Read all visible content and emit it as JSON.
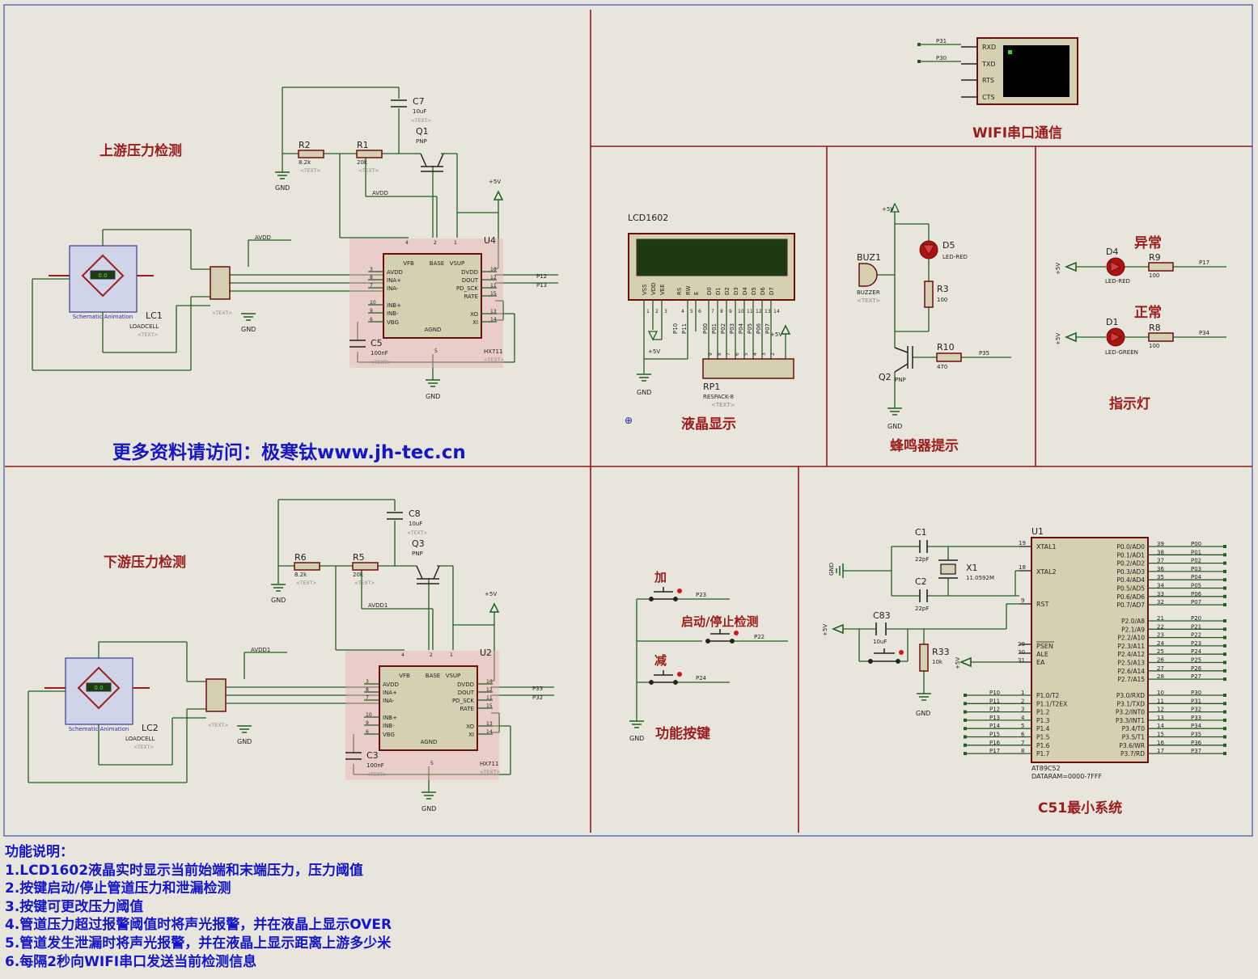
{
  "sections": {
    "upstream": "上游压力检测",
    "downstream": "下游压力检测",
    "lcd": "液晶显示",
    "wifi": "WIFI串口通信",
    "buzzer": "蜂鸣器提示",
    "indicator": "指示灯",
    "abnormal": "异常",
    "normal": "正常",
    "keys": "功能按键",
    "mcu": "C51最小系统"
  },
  "promo": "更多资料请访问：极寒钛www.jh-tec.cn",
  "notes": {
    "title": "功能说明：",
    "items": [
      "1.LCD1602液晶实时显示当前始端和末端压力，压力阈值",
      "2.按键启动/停止管道压力和泄漏检测",
      "3.按键可更改压力阈值",
      "4.管道压力超过报警阈值时将声光报警，并在液晶上显示OVER",
      "5.管道发生泄漏时将声光报警，并在液晶上显示距离上游多少米",
      "6.每隔2秒向WIFI串口发送当前检测信息"
    ]
  },
  "keys": {
    "add": "加",
    "start_stop": "启动/停止检测",
    "sub": "减",
    "net_add": "P23",
    "net_start": "P22",
    "net_sub": "P24",
    "gnd": "GND"
  },
  "upper_stage": {
    "r_a": "R2",
    "r_a_val": "8.2k",
    "r_b": "R1",
    "r_b_val": "20k",
    "cap": "C7",
    "cap_val": "10uF",
    "trans": "Q1",
    "trans_type": "PNP",
    "cap2": "C5",
    "cap2_val": "100nF",
    "ic": "U4",
    "ic_type": "HX711",
    "cell": "LC1",
    "cell_type": "LOADCELL",
    "avdd_net": "AVDD",
    "dout_net": "P12",
    "sck_net": "P13",
    "display": "0.0"
  },
  "lower_stage": {
    "r_a": "R6",
    "r_a_val": "8.2k",
    "r_b": "R5",
    "r_b_val": "20k",
    "cap": "C8",
    "cap_val": "10uF",
    "trans": "Q3",
    "trans_type": "PNP",
    "cap2": "C3",
    "cap2_val": "100nF",
    "ic": "U2",
    "ic_type": "HX711",
    "cell": "LC2",
    "cell_type": "LOADCELL",
    "avdd_net": "AVDD1",
    "dout_net": "P33",
    "sck_net": "P32",
    "display": "0.0"
  },
  "common": {
    "text_ph": "<TEXT>",
    "vcc": "+5V",
    "gnd": "GND",
    "schem_anim": "Schematic Animation",
    "hx711_pins_left": [
      "AVDD",
      "INA+",
      "INA-",
      "INB+",
      "INB-",
      "VBG"
    ],
    "hx711_pins_left_num": [
      "3",
      "8",
      "7",
      "10",
      "9",
      "6"
    ],
    "hx711_pins_right": [
      "DVDD",
      "DOUT",
      "PD_SCK",
      "RATE",
      "XO",
      "XI"
    ],
    "hx711_pins_right_num": [
      "16",
      "12",
      "11",
      "15",
      "13",
      "14"
    ],
    "hx711_top": [
      "VFB",
      "BASE",
      "VSUP"
    ],
    "hx711_top_num": [
      "4",
      "2",
      "1"
    ],
    "hx711_bottom": "AGND",
    "hx711_bottom_num": "5"
  },
  "lcd": {
    "name": "LCD1602",
    "pins": [
      "VSS",
      "VDD",
      "VEE",
      "RS",
      "RW",
      "E",
      "D0",
      "D1",
      "D2",
      "D3",
      "D4",
      "D5",
      "D6",
      "D7"
    ],
    "nets": [
      "P10",
      "P11",
      "P00",
      "P01",
      "P02",
      "P03",
      "P04",
      "P05",
      "P06",
      "P07"
    ],
    "rp": "RP1",
    "rp_type": "RESPACK-8"
  },
  "wifi": {
    "pins": [
      "RXD",
      "TXD",
      "RTS",
      "CTS"
    ],
    "nets": [
      "P31",
      "P30"
    ]
  },
  "buzzer": {
    "name": "BUZ1",
    "type": "BUZZER",
    "led": "D5",
    "led_type": "LED-RED",
    "res": "R3",
    "res_val": "100",
    "trans": "Q2",
    "trans_type": "PNP",
    "res2": "R10",
    "res2_val": "470",
    "net": "P35"
  },
  "indicator": {
    "led1": "D4",
    "led1_type": "LED-RED",
    "res1": "R9",
    "res1_val": "100",
    "net1": "P17",
    "led2": "D1",
    "led2_type": "LED-GREEN",
    "res2": "R8",
    "res2_val": "100",
    "net2": "P34"
  },
  "mcu": {
    "name": "U1",
    "type": "AT89C52",
    "dataram": "DATARAM=0000-7FFF",
    "xtal1": "XTAL1",
    "xtal2": "XTAL2",
    "rst": "RST",
    "psen": "PSEN",
    "ale": "ALE",
    "ea": "EA",
    "c1": "C1",
    "c1_val": "22pF",
    "c2": "C2",
    "c2_val": "22pF",
    "xtal": "X1",
    "xtal_val": "11.0592M",
    "c83": "C83",
    "c83_val": "10uF",
    "r33": "R33",
    "r33_val": "10k",
    "p0": [
      "P0.0/AD0",
      "P0.1/AD1",
      "P0.2/AD2",
      "P0.3/AD3",
      "P0.4/AD4",
      "P0.5/AD5",
      "P0.6/AD6",
      "P0.7/AD7"
    ],
    "p0_num": [
      "39",
      "38",
      "37",
      "36",
      "35",
      "34",
      "33",
      "32"
    ],
    "p0_net": [
      "P00",
      "P01",
      "P02",
      "P03",
      "P04",
      "P05",
      "P06",
      "P07"
    ],
    "p2": [
      "P2.0/A8",
      "P2.1/A9",
      "P2.2/A10",
      "P2.3/A11",
      "P2.4/A12",
      "P2.5/A13",
      "P2.6/A14",
      "P2.7/A15"
    ],
    "p2_num": [
      "21",
      "22",
      "23",
      "24",
      "25",
      "26",
      "27",
      "28"
    ],
    "p2_net": [
      "P20",
      "P21",
      "P22",
      "P23",
      "P24",
      "P25",
      "P26",
      "P27"
    ],
    "p3": [
      "P3.0/RXD",
      "P3.1/TXD",
      "P3.2/INT0",
      "P3.3/INT1",
      "P3.4/T0",
      "P3.5/T1",
      "P3.6/WR",
      "P3.7/RD"
    ],
    "p3_num": [
      "10",
      "11",
      "12",
      "13",
      "14",
      "15",
      "16",
      "17"
    ],
    "p3_net": [
      "P30",
      "P31",
      "P32",
      "P33",
      "P34",
      "P35",
      "P36",
      "P37"
    ],
    "p1": [
      "P1.0/T2",
      "P1.1/T2EX",
      "P1.2",
      "P1.3",
      "P1.4",
      "P1.5",
      "P1.6",
      "P1.7"
    ],
    "p1_num": [
      "1",
      "2",
      "3",
      "4",
      "5",
      "6",
      "7",
      "8"
    ],
    "p1_net": [
      "P10",
      "P11",
      "P12",
      "P13",
      "P14",
      "P15",
      "P16",
      "P17"
    ]
  }
}
